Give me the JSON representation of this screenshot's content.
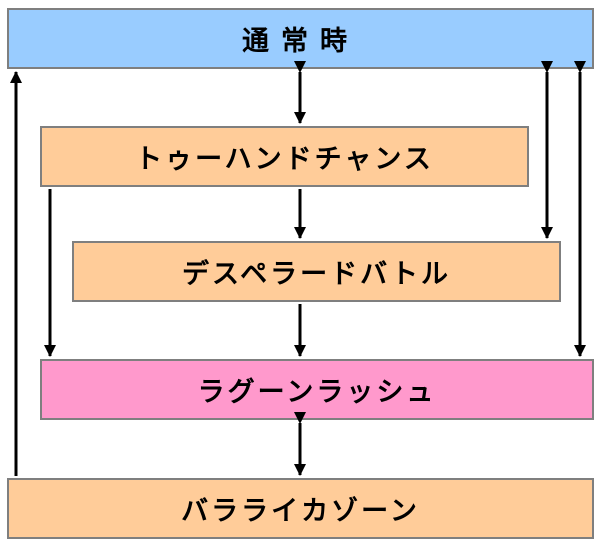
{
  "diagram": {
    "nodes": {
      "normal": {
        "label": "通常時",
        "color": "#99ccff"
      },
      "twohand": {
        "label": "トゥーハンドチャンス",
        "color": "#ffcc99"
      },
      "desp": {
        "label": "デスペラードバトル",
        "color": "#ffcc99"
      },
      "ragoon": {
        "label": "ラグーンラッシュ",
        "color": "#ff99cc"
      },
      "bara": {
        "label": "バラライカゾーン",
        "color": "#ffcc99"
      }
    },
    "edges": [
      {
        "from": "normal",
        "to": "twohand",
        "bidirectional": true
      },
      {
        "from": "twohand",
        "to": "desp",
        "bidirectional": false
      },
      {
        "from": "twohand",
        "to": "ragoon",
        "bidirectional": false
      },
      {
        "from": "desp",
        "to": "ragoon",
        "bidirectional": false
      },
      {
        "from": "normal",
        "to": "desp",
        "bidirectional": true
      },
      {
        "from": "normal",
        "to": "ragoon",
        "bidirectional": true
      },
      {
        "from": "ragoon",
        "to": "bara",
        "bidirectional": true
      },
      {
        "from": "bara",
        "to": "normal",
        "bidirectional": false
      }
    ],
    "arrow_color": "#000000",
    "border_color": "#7f7f7f"
  }
}
